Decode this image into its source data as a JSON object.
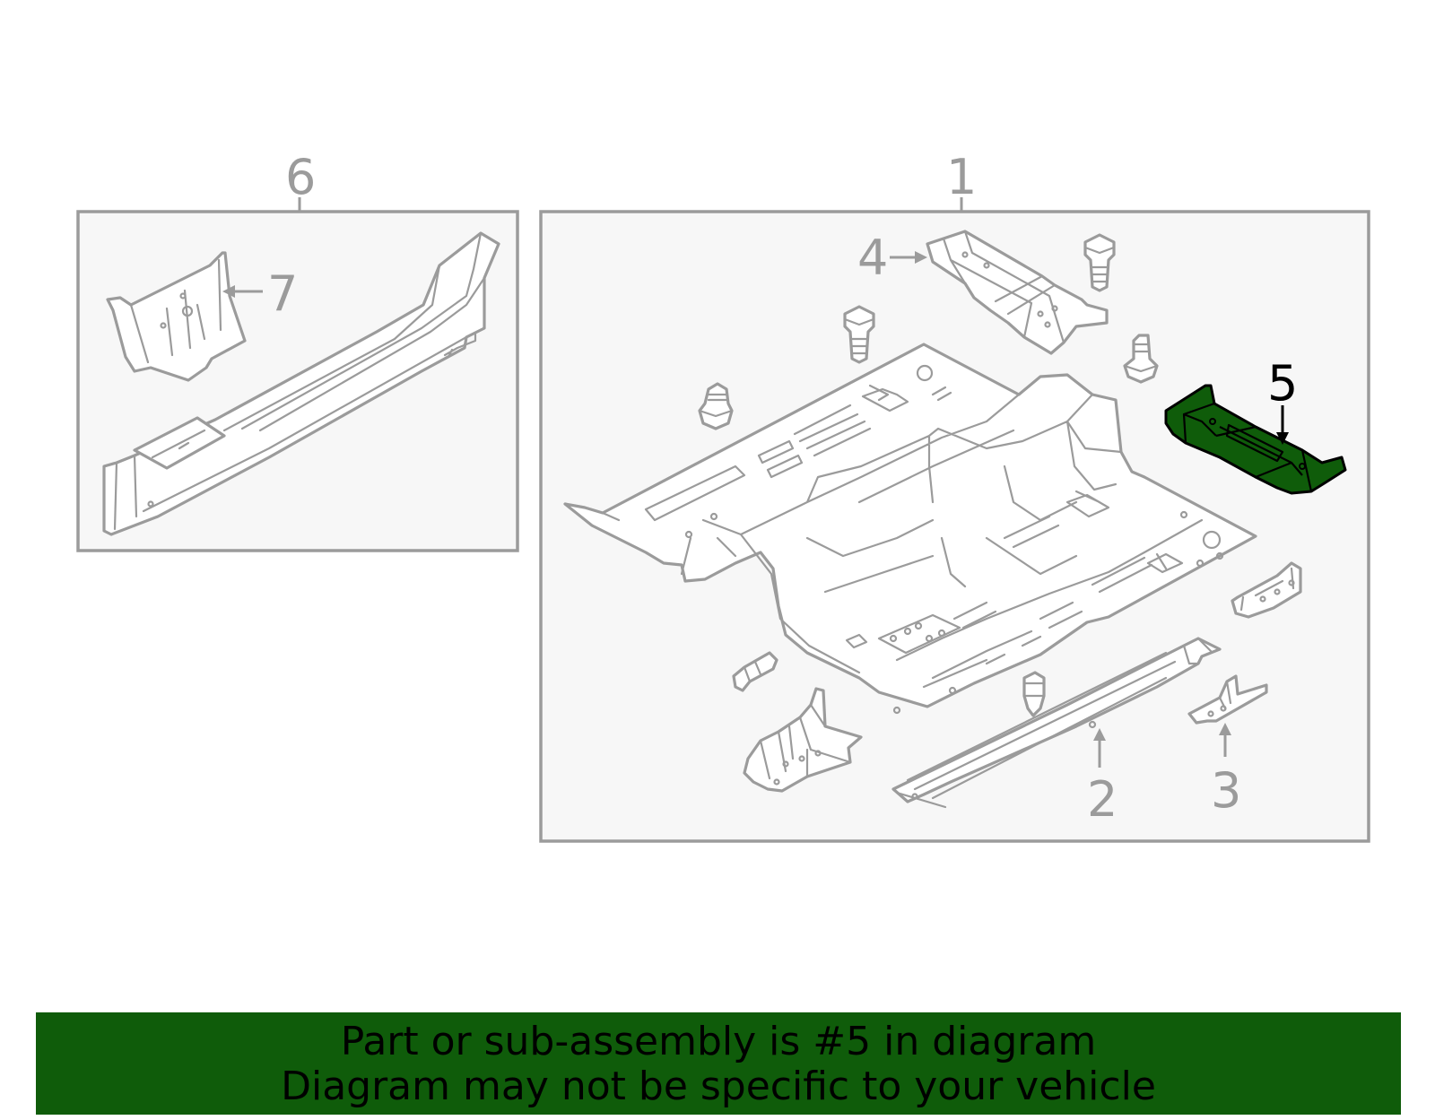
{
  "callouts": {
    "c1": "1",
    "c2": "2",
    "c3": "3",
    "c4": "4",
    "c5": "5",
    "c6": "6",
    "c7": "7"
  },
  "highlighted_part": "5",
  "colors": {
    "highlight": "#0f5c0a",
    "banner": "#0f5c0a",
    "line": "#9b9b9b",
    "panel": "#f7f7f7"
  },
  "banner": {
    "line1": "Part or sub-assembly is #5 in diagram",
    "line2": "Diagram may not be specific to your vehicle"
  }
}
